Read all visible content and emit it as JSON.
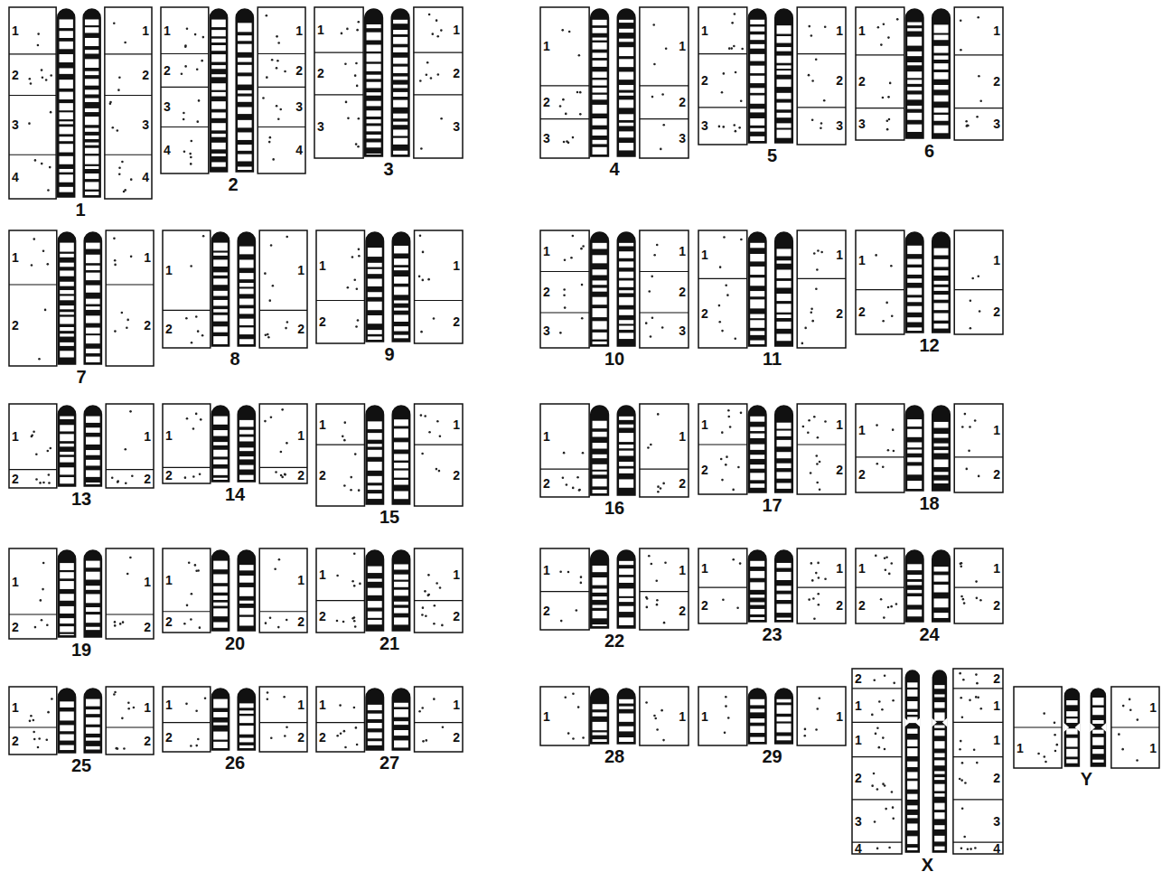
{
  "diagram": {
    "nodes": [
      {
        "text": [
          "1"
        ]
      },
      {
        "text": [
          "2"
        ]
      },
      {
        "text": [
          "3"
        ]
      },
      {
        "text": [
          "4"
        ]
      },
      {
        "text": [
          "5"
        ]
      },
      {
        "text": [
          "6"
        ]
      },
      {
        "text": [
          "7"
        ]
      },
      {
        "text": [
          "8"
        ]
      },
      {
        "text": [
          "9"
        ]
      },
      {
        "text": [
          "10"
        ]
      },
      {
        "text": [
          "11"
        ]
      },
      {
        "text": [
          "12"
        ]
      },
      {
        "text": [
          "13"
        ]
      },
      {
        "text": [
          "14"
        ]
      },
      {
        "text": [
          "15"
        ]
      },
      {
        "text": [
          "16"
        ]
      },
      {
        "text": [
          "17"
        ]
      },
      {
        "text": [
          "18"
        ]
      },
      {
        "text": [
          "19"
        ]
      },
      {
        "text": [
          "20"
        ]
      },
      {
        "text": [
          "21"
        ]
      },
      {
        "text": [
          "22"
        ]
      },
      {
        "text": [
          "23"
        ]
      },
      {
        "text": [
          "24"
        ]
      },
      {
        "text": [
          "25"
        ]
      },
      {
        "text": [
          "26"
        ]
      },
      {
        "text": [
          "27"
        ]
      },
      {
        "text": [
          "28"
        ]
      },
      {
        "text": [
          "29"
        ]
      },
      {
        "text": [
          "X"
        ]
      },
      {
        "text": [
          "Y"
        ]
      }
    ],
    "labels": [
      "1",
      "2",
      "3",
      "4",
      "1",
      "2",
      "3",
      "4",
      "1",
      "2",
      "3",
      "4",
      "1",
      "2",
      "3",
      "4",
      "1",
      "2",
      "3",
      "1",
      "2",
      "3",
      "1",
      "2",
      "3",
      "1",
      "2",
      "3",
      "1",
      "2",
      "3",
      "1",
      "2",
      "3",
      "1",
      "2",
      "3",
      "1",
      "2",
      "3",
      "1",
      "2",
      "1",
      "2",
      "1",
      "2",
      "1",
      "2",
      "1",
      "2",
      "1",
      "2",
      "1",
      "2",
      "3",
      "1",
      "2",
      "3",
      "1",
      "2",
      "1",
      "2",
      "1",
      "2",
      "1",
      "2",
      "1",
      "2",
      "1",
      "2",
      "1",
      "2",
      "1",
      "2",
      "1",
      "2",
      "1",
      "2",
      "1",
      "2",
      "1",
      "2",
      "1",
      "2",
      "1",
      "2",
      "1",
      "2",
      "1",
      "2",
      "1",
      "2",
      "1",
      "2",
      "1",
      "2",
      "1",
      "2",
      "1",
      "2",
      "1",
      "2",
      "1",
      "2",
      "1",
      "2",
      "1",
      "2",
      "1",
      "2",
      "1",
      "2",
      "1",
      "2",
      "1",
      "2",
      "1",
      "2",
      "1",
      "2",
      "1",
      "2",
      "1",
      "2",
      "1",
      "2",
      "1",
      "1",
      "1",
      "1",
      "2",
      "1",
      "1",
      "2",
      "3",
      "4",
      "2",
      "1",
      "1",
      "2",
      "3",
      "4",
      "1",
      "1",
      "1"
    ]
  }
}
